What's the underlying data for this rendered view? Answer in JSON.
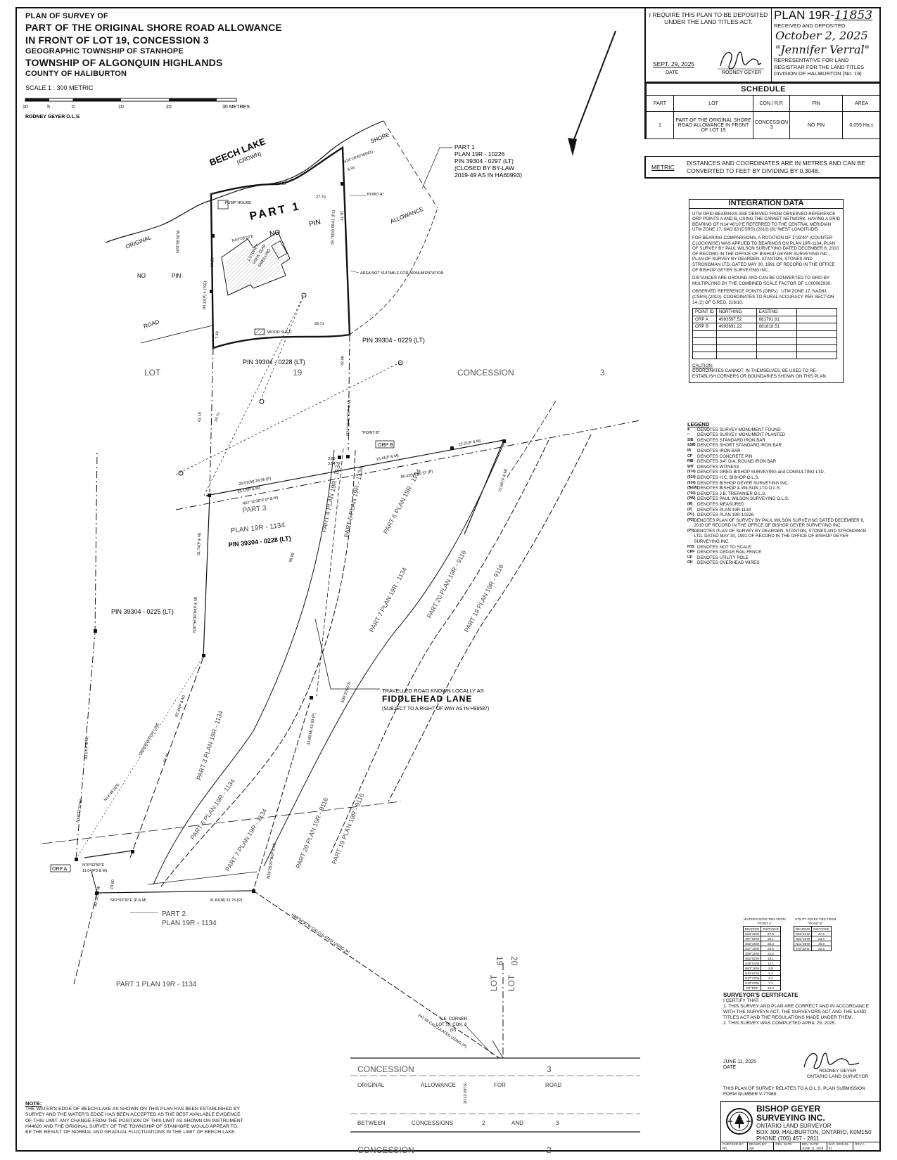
{
  "title": {
    "line1": "PLAN OF SURVEY OF",
    "line2": "PART OF THE ORIGINAL SHORE ROAD ALLOWANCE",
    "line3": "IN FRONT OF LOT 19, CONCESSION 3",
    "line4": "GEOGRAPHIC TOWNSHIP OF STANHOPE",
    "line5": "TOWNSHIP OF ALGONQUIN HIGHLANDS",
    "line6": "COUNTY OF HALIBURTON",
    "scale": "SCALE 1 : 300 METRIC",
    "scale_ticks": [
      "10",
      "5",
      "0",
      "10",
      "20",
      "30 METRES"
    ],
    "surveyor": "RODNEY GEYER O.L.S."
  },
  "deposit": {
    "require_text": "I REQUIRE THIS PLAN TO BE DEPOSITED UNDER THE LAND TITLES ACT.",
    "date_value": "SEPT. 29, 2025",
    "date_label": "DATE",
    "signer_label": "RODNEY GEYER",
    "plan_prefix": "PLAN 19R-",
    "plan_number": "11853",
    "received": "RECEIVED AND DEPOSITED",
    "received_date": "October 2, 2025",
    "registrar_name": "\"Jennifer Verral\"",
    "representative": "REPRESENTATIVE FOR LAND REGISTRAR FOR THE LAND TITLES DIVISION OF HALIBURTON (No. 19)"
  },
  "schedule": {
    "title": "SCHEDULE",
    "headers": [
      "PART",
      "LOT",
      "CON./ R.P.",
      "PIN",
      "AREA"
    ],
    "rows": [
      [
        "1",
        "PART OF THE ORIGINAL SHORE ROAD ALLOWANCE IN FRONT OF LOT 19",
        "CONCESSION 3",
        "NO PIN",
        "0.059 Ha.±"
      ]
    ]
  },
  "metric": {
    "label": "METRIC",
    "text": "DISTANCES AND COORDINATES ARE IN METRES AND CAN BE CONVERTED TO FEET BY DIVIDING BY 0.3048."
  },
  "integration": {
    "title": "INTEGRATION DATA",
    "p1": "UTM GRID BEARINGS ARE DERIVED FROM OBSERVED REFERENCE ORP POINTS A AND B, USING THE CANNET NETWORK. HAVING A GRID BEARING OF N14°46'10\"E REFERRED TO THE CENTRAL MERIDIAN UTM ZONE 17, NAD 83 (CSRS) (2010) (81°WEST LONGITUDE).",
    "p2": "FOR BEARING COMPARISONS, A ROTATION OF 1°33'40\" (COUNTER CLOCKWISE) WAS APPLIED TO BEARINGS ON PLAN 19R-1134, PLAN OF SURVEY BY PAUL WILSON SURVEYING DATED DECEMBER 6, 2010 OF RECORD IN THE OFFICE OF BISHOP GEYER SURVEYING INC., PLAN OF SURVEY BY DEARDEN, STANTON, STONES AND STRONGMAN LTD. DATED MAY 30, 1991 OF RECORD IN THE OFFICE OF BISHOP GEYER SURVEYING INC..",
    "p3": "DISTANCES ARE GROUND AND CAN BE CONVERTED TO GRID BY MULTIPLYING BY THE COMBINED SCALE FACTOR OF 1.000062930.",
    "p4": "OBSERVED REFERENCE POINTS (ORPs) : UTM ZONE 17, NAD83 (CSRS) (2010). COORDINATES TO RURAL ACCURACY PER SECTION 14 (2) OF O.REG. 216/10.",
    "table_headers": [
      "POINT ID",
      "NORTHING",
      "EASTING"
    ],
    "table_rows": [
      [
        "ORP A",
        "4993597.52",
        "681791.81"
      ],
      [
        "ORP B",
        "4993691.22",
        "681818.51"
      ]
    ],
    "caution_label": "CAUTION:",
    "caution": "COORDINATES CANNOT, IN THEMSELVES, BE USED TO RE-ESTABLISH CORNERS OR BOUNDARIES SHOWN ON THIS PLAN."
  },
  "legend": {
    "title": "LEGEND",
    "items": [
      {
        "sym": "■",
        "text": "DENOTES SURVEY MONUMENT FOUND"
      },
      {
        "sym": "□",
        "text": "DENOTES SURVEY MONUMENT PLANTED"
      },
      {
        "sym": "SIB",
        "text": "DENOTES STANDARD IRON BAR"
      },
      {
        "sym": "SSIB",
        "text": "DENOTES SHORT STANDARD IRON BAR"
      },
      {
        "sym": "IB",
        "text": "DENOTES IRON BAR"
      },
      {
        "sym": "CP",
        "text": "DENOTES CONCRETE PIN"
      },
      {
        "sym": "RIB",
        "text": "DENOTES 3/4\" DIA. ROUND IRON BAR"
      },
      {
        "sym": "WIT",
        "text": "DENOTES WITNESS"
      },
      {
        "sym": "(974)",
        "text": "DENOTES GREG BISHOP SURVEYING and CONSULTING LTD."
      },
      {
        "sym": "(934)",
        "text": "DENOTES H.C. BISHOP O.L.S."
      },
      {
        "sym": "(934)",
        "text": "DENOTES BISHOP GEYER SURVEYING INC."
      },
      {
        "sym": "(B&W)",
        "text": "DENOTES BISHOP & WILSON LTD O.L.S."
      },
      {
        "sym": "(755)",
        "text": "DENOTES J.B. TREPANIER O.L.S."
      },
      {
        "sym": "(PW)",
        "text": "DENOTES PAUL WILSON SURVEYING O.L.S."
      },
      {
        "sym": "(M)",
        "text": "DENOTES MEASURED"
      },
      {
        "sym": "(P)",
        "text": "DENOTES PLAN 19R-1134"
      },
      {
        "sym": "(P1)",
        "text": "DENOTES PLAN 19R-10226"
      },
      {
        "sym": "(P2)",
        "text": "DENOTES PLAN OF SURVEY BY PAUL WILSON SURVEYING DATED DECEMBER 6, 2010 OF RECORD IN THE OFFICE OF BISHOP GEYER SURVEYING INC."
      },
      {
        "sym": "(P3)",
        "text": "DENOTES PLAN OF SURVEY BY DEARDEN, STANTON, STONES AND STRONGMAN LTD. DATED MAY 30, 1991 OF RECORD IN THE OFFICE OF BISHOP GEYER SURVEYING INC."
      },
      {
        "sym": "NTS",
        "text": "DENOTES NOT TO SCALE"
      },
      {
        "sym": "CRF",
        "text": "DENOTES CEDAR RAIL FENCE"
      },
      {
        "sym": "UP",
        "text": "DENOTES UTILITY POLE"
      },
      {
        "sym": "OH",
        "text": "DENOTES OVERHEAD WIRES"
      }
    ]
  },
  "water_ties": {
    "title": "WATER'S EDGE TIES FROM \"POINT A\"",
    "headers": [
      "BEARING",
      "DISTANCE"
    ],
    "rows": [
      [
        "S63°26'W",
        "27.9"
      ],
      [
        "S57°59'W",
        "28.1"
      ],
      [
        "S50°48'W",
        "30.3"
      ],
      [
        "S37°19'W",
        "29.6"
      ],
      [
        "S59°15'W",
        "24.6"
      ],
      [
        "S62°02'W",
        "18.1"
      ],
      [
        "S49°04'W",
        "12.1"
      ],
      [
        "N83°18'W",
        "5.9"
      ],
      [
        "N40°01'W",
        "5.3"
      ],
      [
        "N37°02'W",
        "6.2"
      ],
      [
        "N18°53'W",
        "7.2"
      ],
      [
        "N2°15'E",
        "10.3"
      ]
    ]
  },
  "pole_ties": {
    "title": "UTILITY POLES TIES FROM \"POINT B\"",
    "headers": [
      "BEARING",
      "DISTANCE"
    ],
    "rows": [
      [
        "S63°31'W",
        "27.5"
      ],
      [
        "N81°26'W",
        "23.4"
      ],
      [
        "N41°59'W",
        "36.9"
      ],
      [
        "N 8°52'W",
        "22.5"
      ]
    ]
  },
  "certificate": {
    "title": "SURVEYOR'S CERTIFICATE",
    "intro": "I CERTIFY THAT:",
    "item1": "1.   THIS SURVEY AND PLAN ARE CORRECT AND IN ACCORDANCE WITH THE SURVEYS ACT, THE SURVEYORS ACT AND THE LAND TITLES ACT AND THE REGULATIONS MADE UNDER THEM.",
    "item2": "2.   THIS SURVEY WAS COMPLETED APRIL 29, 2025.",
    "date_value": "JUNE 11, 2025",
    "date_label": "DATE",
    "signer": "RODNEY GEYER",
    "signer_title": "ONTARIO LAND SURVEYOR",
    "aols": "THIS PLAN OF SURVEY RELATES TO A.O.L.S. PLAN SUBMISSION FORM NUMBER V-77968."
  },
  "company": {
    "name1": "BISHOP GEYER",
    "name2": "SURVEYING INC.",
    "sub1": "ONTARIO LAND SURVEYOR",
    "sub2": "BOX 309, HALIBURTON, ONTARIO, K0M1S0",
    "sub3": "PHONE (705) 457 - 2811",
    "foot": [
      "CHECKED BY: RG",
      "DRAWN BY: AW",
      "REV. DATE:",
      "REV. DATE: JUNE 11, 2025",
      "W.O. 2025-52-81",
      "REV A"
    ]
  },
  "note": {
    "title": "NOTE:",
    "text": "THE WATER'S EDGE OF BEECH LAKE AS SHOWN ON THIS PLAN HAS BEEN ESTABLISHED BY SURVEY AND THE WATER'S EDGE HAS BEEN ACCEPTED AS THE BEST AVAILABLE EVIDENCE OF THIS LIMIT. ANY CHANGE FROM THE POSITION OF THIS LIMIT AS SHOWN ON INSTRUMENT H44620 AND THE ORIGINAL SURVEY OF THE TOWNSHIP OF STANHOPE WOULD APPEAR TO BE THE RESULT OF NORMAL AND GRADUAL FLUCTUATIONS IN THE LIMIT OF BEECH LAKE."
  },
  "plan": {
    "lake": "BEECH LAKE",
    "crown": "(CROWN)",
    "part1": "PART 1",
    "no_pin": "NO",
    "pin_word": "PIN",
    "shore": "SHORE",
    "allowance": "ALLOWANCE",
    "original": "ORIGINAL",
    "road": "ROAD",
    "no_pin_left_no": "NO",
    "no_pin_left_pin": "PIN",
    "part1_ref1": "PART 1",
    "part1_ref2": "PLAN 19R - 10226",
    "part1_ref3": "PIN 39304 - 0297 (LT)",
    "part1_ref4": "(CLOSED BY BY-LAW",
    "part1_ref5": "2019-49 AS IN HA60993)",
    "dwelling1": "1 STOREY",
    "dwelling2": "VINYL CLAD",
    "dwelling3": "DWELLING",
    "pump_house": "PUMP HOUSE",
    "wood_shed": "WOOD SHED",
    "not_suitable": "AREA NOT SUITABLE FOR MONUMENTATION",
    "point_a": "POINT A*",
    "point_b": "\"POINT B\"",
    "orp_b": "ORP B",
    "orp_a": "ORP A",
    "pin_0228_top": "PIN 39304 - 0228 (LT)",
    "pin_0229": "PIN 39304 - 0229 (LT)",
    "lot": "LOT",
    "lot_num": "19",
    "concession": "CONCESSION",
    "con_num": "3",
    "part3": "PART 3",
    "plan_1134": "PLAN 19R - 1134",
    "pin_0228": "PIN 39304 - 0228 (LT)",
    "pin_0225": "PIN 39304 - 0225 (LT)",
    "travelled1": "TRAVELLED ROAD KNOWN LOCALLY AS",
    "travelled2": "FIDDLEHEAD LANE",
    "travelled3": "(SUBJECT TO A RIGHT OF WAY AS IN H98587)",
    "part2": "PART 2",
    "part2_plan": "PLAN 19R - 1134",
    "part1_1134": "PART 1 PLAN 19R - 1134",
    "se_corner1": "S.E. CORNER",
    "se_corner2": "LOT 19, CON. 3",
    "se_corner3": "(P)",
    "lot19": "19",
    "lot20": "20",
    "lot_a": "LOT",
    "lot_b": "LOT",
    "con_bottom": "CONCESSION",
    "con_bottom_num": "3",
    "orig_allow": [
      "ORIGINAL",
      "ALLOWANCE",
      "FOR",
      "ROAD"
    ],
    "between": [
      "BETWEEN",
      "CONCESSIONS",
      "2",
      "AND",
      "3"
    ],
    "con2": "CONCESSION",
    "con2_num": "2",
    "dims": {
      "d27_5": "27.5±",
      "d27_79": "27.79",
      "d16_7": "16.7±",
      "d58_70": "58.70(M) 58.61 (P1)",
      "d84_13": "84.13(P) 4 (755)",
      "d10_23": "10.23",
      "d7_48": "7.48",
      "d29_7": "29.7±",
      "b_n43": "N43°03'10\"E",
      "b_n20": "N20°56'30\"W",
      "b_n24_top": "N24°16'40\"W(M1)",
      "d6_9": "6.9±",
      "d42_18": "42.18",
      "d42_06": "42.06",
      "d34_7": "34.7±",
      "b_n24_mid": "N24°16'40\"W(P & M)",
      "d29_01": "29.01(M) 28.96 (P)",
      "d25_12": "25.12(P & M)",
      "b_n57": "N57°10'30\"E (P & M)",
      "d3_89": "3.89",
      "d3_84": "3.84",
      "d15_41": "15.41(P & M)",
      "d12_21": "12.21(P & M)",
      "d60_42": "60.42(M) 60.37 (P)",
      "d72_68": "72.68 (P & M)",
      "d98_89": "98.89",
      "d31_74": "31.74(P & M)",
      "b_n20b": "N20°56'30\"W(P & M)",
      "d43_97": "43.97(P & M)",
      "b_n19": "N19°37'10\"W",
      "b_n14": "N14°46'10\"E",
      "d62_34": "62.34(P & M)",
      "d42_34": "42.34",
      "b_n70": "N70°02'50\"E",
      "d11_04": "11.04(P3 & M)",
      "b_n67": "N67°03'30\"E (P & M)",
      "d31_81": "31.81(M) 31.76 (P)",
      "b_n88": "N88°54'30\"W CALCULATED USING (P)",
      "d247_69": "247.69 CALCULATED USING (P)",
      "d19_80": "19.80",
      "b_n2": "N2°32'00\"W",
      "b_n36": "N36°20'00\"E",
      "d43_86": "43.86(M) 43.93 (P)",
      "b_n29": "N29°26'20\"W(P & M)",
      "observation": "OBSERVATION LINE",
      "nts": "20.12 (NTS)"
    },
    "parts": {
      "p4": "PART 4 PLAN 19R - 1134",
      "p5": "PART 5 PLAN 19R - 1134",
      "p6": "PART 6 PLAN 19R - 1134",
      "p7": "PART 7 PLAN 19R - 1134",
      "p20a": "PART 20 PLAN 19R - 9116",
      "p19a": "PART 19 PLAN 19R - 9116",
      "p3b": "PART 3 PLAN 19R - 1134",
      "p6b": "PART 6 PLAN 19R - 1134",
      "p7b": "PART 7 PLAN 19R - 1134",
      "p20b": "PART 20 PLAN 19R - 9116",
      "p19b": "PART 19 PLAN 19R - 9116"
    }
  }
}
